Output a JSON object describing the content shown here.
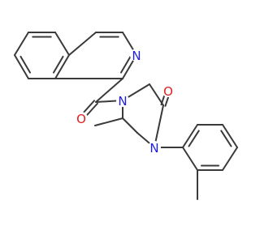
{
  "molecule": {
    "atoms": [
      {
        "name": "isoquinoline-nitrogen",
        "label": "N",
        "color": "#1f1fe0"
      },
      {
        "name": "carbonyl-oxygen-amide",
        "label": "O",
        "color": "#e01f1f"
      },
      {
        "name": "piperazine-nitrogen-4",
        "label": "N",
        "color": "#1f1fe0"
      },
      {
        "name": "ketone-oxygen",
        "label": "O",
        "color": "#e01f1f"
      },
      {
        "name": "piperazine-nitrogen-1",
        "label": "N",
        "color": "#1f1fe0"
      }
    ],
    "bond_color": "#3a3a3a"
  }
}
